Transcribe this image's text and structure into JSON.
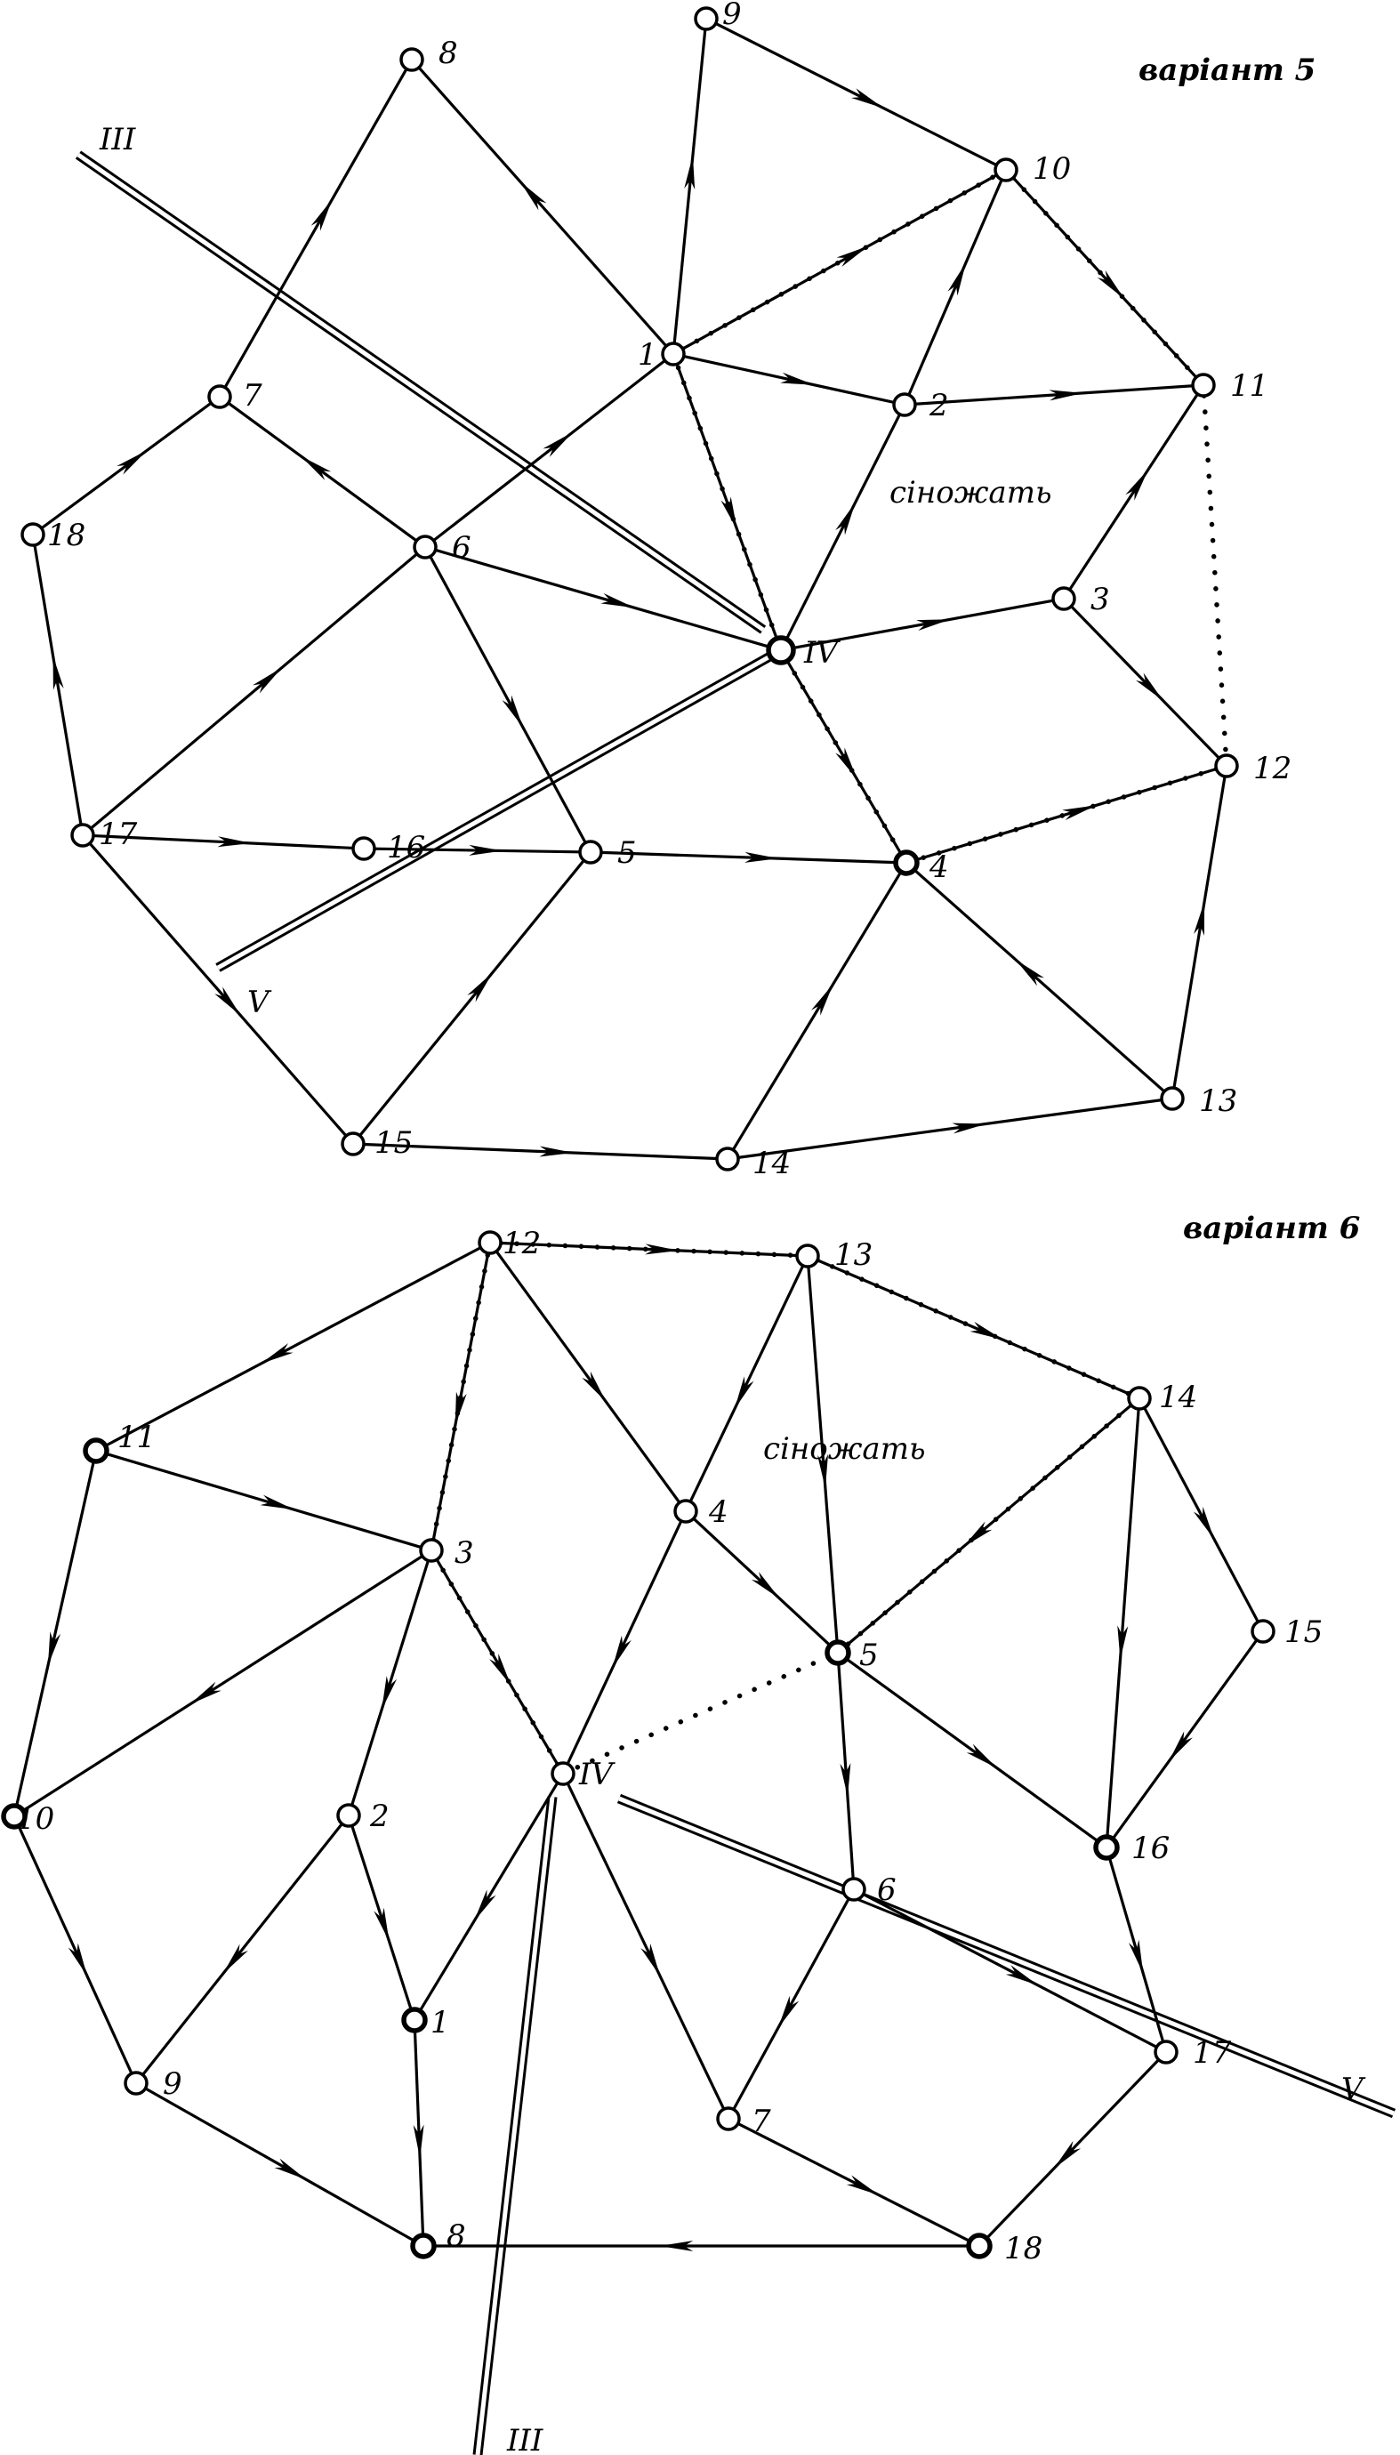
{
  "titles": {
    "v5": "варіант 5",
    "v6": "варіант 6"
  },
  "area_label": "сіножать",
  "v5": {
    "nodes": {
      "1": "1",
      "2": "2",
      "3": "3",
      "4": "4",
      "5": "5",
      "6": "6",
      "7": "7",
      "8": "8",
      "9": "9",
      "10": "10",
      "11": "11",
      "12": "12",
      "13": "13",
      "14": "14",
      "15": "15",
      "16": "16",
      "17": "17",
      "18": "18",
      "IV": "IV"
    },
    "line_labels": {
      "III": "III",
      "V": "V"
    },
    "edges": [
      [
        "1",
        "8"
      ],
      [
        "1",
        "9"
      ],
      [
        "9",
        "10"
      ],
      [
        "1",
        "10"
      ],
      [
        "1",
        "2"
      ],
      [
        "2",
        "10"
      ],
      [
        "2",
        "11"
      ],
      [
        "10",
        "11"
      ],
      [
        "IV",
        "2"
      ],
      [
        "1",
        "IV"
      ],
      [
        "6",
        "1"
      ],
      [
        "6",
        "IV"
      ],
      [
        "IV",
        "3"
      ],
      [
        "3",
        "11"
      ],
      [
        "3",
        "12"
      ],
      [
        "IV",
        "4"
      ],
      [
        "4",
        "12"
      ],
      [
        "13",
        "12"
      ],
      [
        "13",
        "4"
      ],
      [
        "14",
        "4"
      ],
      [
        "14",
        "13"
      ],
      [
        "15",
        "14"
      ],
      [
        "15",
        "5"
      ],
      [
        "5",
        "4"
      ],
      [
        "6",
        "5"
      ],
      [
        "6",
        "7"
      ],
      [
        "7",
        "8"
      ],
      [
        "18",
        "7"
      ],
      [
        "17",
        "18"
      ],
      [
        "17",
        "6"
      ],
      [
        "17",
        "16"
      ],
      [
        "16",
        "5"
      ],
      [
        "17",
        "15"
      ]
    ],
    "dotted": [
      [
        "1",
        "10"
      ],
      [
        "10",
        "11"
      ],
      [
        "11",
        "12"
      ],
      [
        "12",
        "4"
      ],
      [
        "4",
        "IV"
      ],
      [
        "IV",
        "1"
      ]
    ]
  },
  "v6": {
    "nodes": {
      "1": "1",
      "2": "2",
      "3": "3",
      "4": "4",
      "5": "5",
      "6": "6",
      "7": "7",
      "8": "8",
      "9": "9",
      "10": "10",
      "11": "11",
      "12": "12",
      "13": "13",
      "14": "14",
      "15": "15",
      "16": "16",
      "17": "17",
      "18": "18",
      "IV": "IV"
    },
    "line_labels": {
      "III": "III",
      "V": "V"
    },
    "edges": [
      [
        "12",
        "13"
      ],
      [
        "12",
        "11"
      ],
      [
        "12",
        "3"
      ],
      [
        "12",
        "4"
      ],
      [
        "13",
        "4"
      ],
      [
        "13",
        "5"
      ],
      [
        "13",
        "14"
      ],
      [
        "14",
        "5"
      ],
      [
        "14",
        "16"
      ],
      [
        "14",
        "15"
      ],
      [
        "15",
        "16"
      ],
      [
        "4",
        "5"
      ],
      [
        "4",
        "IV"
      ],
      [
        "5",
        "6"
      ],
      [
        "5",
        "16"
      ],
      [
        "11",
        "3"
      ],
      [
        "11",
        "10"
      ],
      [
        "3",
        "10"
      ],
      [
        "3",
        "2"
      ],
      [
        "3",
        "IV"
      ],
      [
        "2",
        "1"
      ],
      [
        "2",
        "9"
      ],
      [
        "IV",
        "1"
      ],
      [
        "IV",
        "7"
      ],
      [
        "6",
        "7"
      ],
      [
        "6",
        "17"
      ],
      [
        "16",
        "17"
      ],
      [
        "17",
        "18"
      ],
      [
        "7",
        "18"
      ],
      [
        "18",
        "8"
      ],
      [
        "1",
        "8"
      ],
      [
        "10",
        "9"
      ],
      [
        "9",
        "8"
      ]
    ],
    "dotted": [
      [
        "12",
        "13"
      ],
      [
        "13",
        "14"
      ],
      [
        "14",
        "5"
      ],
      [
        "5",
        "IV"
      ],
      [
        "IV",
        "3"
      ],
      [
        "3",
        "12"
      ]
    ]
  }
}
